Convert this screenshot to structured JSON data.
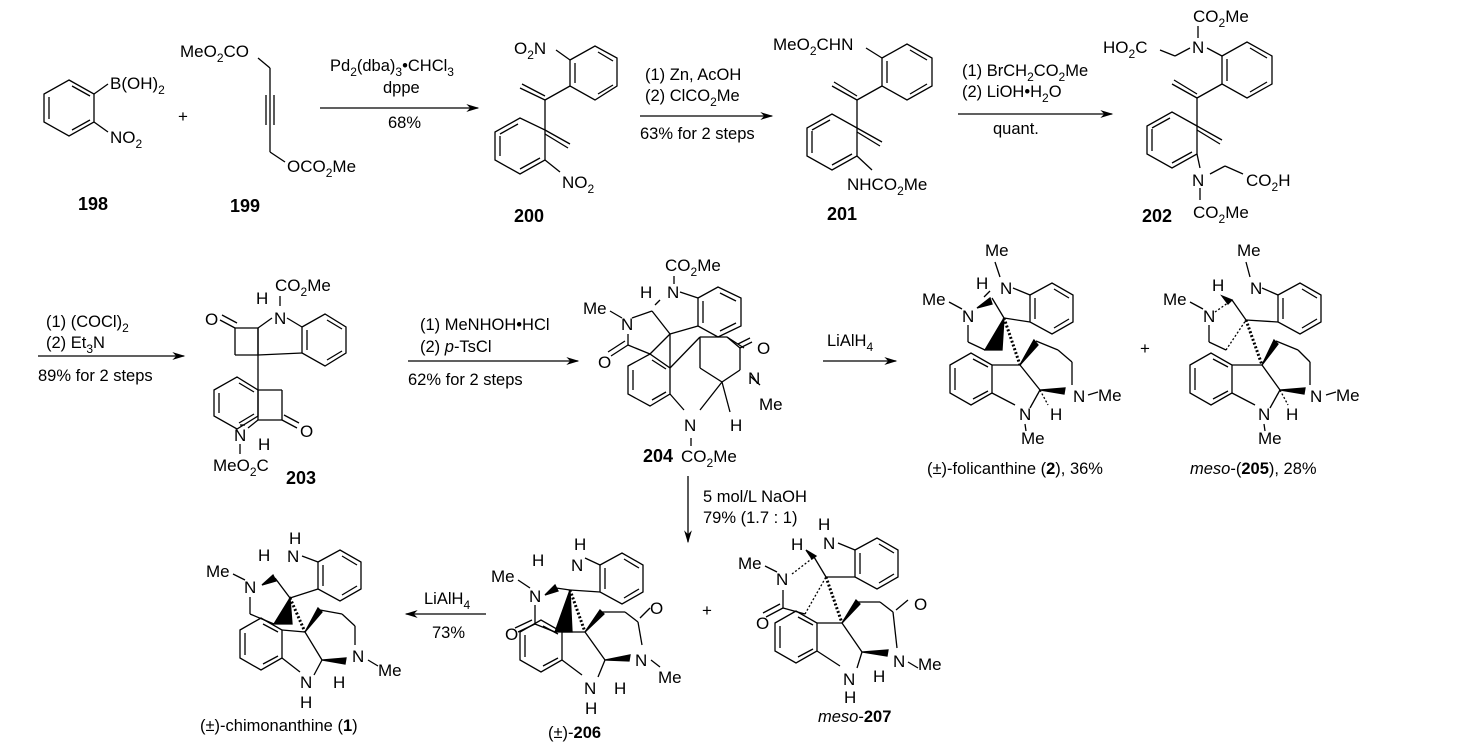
{
  "scheme": {
    "compounds": [
      {
        "id": "198",
        "label": "198",
        "groups": [
          "B(OH)",
          "2",
          "NO",
          "2"
        ]
      },
      {
        "id": "199",
        "label": "199",
        "groups": [
          "MeO",
          "2",
          "CO",
          "OCO",
          "2",
          "Me"
        ]
      },
      {
        "id": "200",
        "label": "200",
        "groups": [
          "O",
          "2",
          "N",
          "NO",
          "2"
        ]
      },
      {
        "id": "201",
        "label": "201",
        "groups": [
          "MeO",
          "2",
          "CHN",
          "NHCO",
          "2",
          "Me"
        ]
      },
      {
        "id": "202",
        "label": "202",
        "groups": [
          "HO",
          "2",
          "C",
          "CO",
          "2",
          "Me",
          "N",
          "CO",
          "2",
          "H",
          "N",
          "CO",
          "2",
          "Me"
        ]
      },
      {
        "id": "203",
        "label": "203",
        "groups": [
          "CO",
          "2",
          "Me",
          "H",
          "N",
          "O",
          "O",
          "N",
          "H",
          "MeO",
          "2",
          "C"
        ]
      },
      {
        "id": "204",
        "label": "204",
        "groups": [
          "CO",
          "2",
          "Me",
          "H",
          "N",
          "Me",
          "N",
          "O",
          "O",
          "N",
          "Me",
          "N",
          "H",
          "CO",
          "2",
          "Me"
        ]
      },
      {
        "id": "2",
        "name_prefix": "(±)-folicanthine (",
        "label": "2",
        "name_suffix": "), 36%",
        "groups": [
          "Me",
          "H",
          "N",
          "Me",
          "N",
          "N",
          "Me",
          "N",
          "H",
          "Me"
        ]
      },
      {
        "id": "205",
        "name_prefix": "meso",
        "name_mid": "-(",
        "label": "205",
        "name_suffix": "), 28%",
        "groups": [
          "Me",
          "H",
          "N",
          "Me",
          "N",
          "N",
          "Me",
          "N",
          "H",
          "Me"
        ]
      },
      {
        "id": "1",
        "name_prefix": "(±)-chimonanthine (",
        "label": "1",
        "name_suffix": ")",
        "groups": [
          "H",
          "H",
          "N",
          "Me",
          "N",
          "N",
          "Me",
          "N",
          "H",
          "H"
        ]
      },
      {
        "id": "206",
        "name_prefix": "(±)-",
        "label": "206",
        "groups": [
          "H",
          "H",
          "N",
          "Me",
          "N",
          "O",
          "O",
          "N",
          "Me",
          "N",
          "H",
          "H"
        ]
      },
      {
        "id": "207",
        "name_prefix": "meso",
        "name_mid": "-",
        "label": "207",
        "groups": [
          "H",
          "H",
          "N",
          "Me",
          "N",
          "O",
          "O",
          "N",
          "Me",
          "N",
          "H",
          "H"
        ]
      }
    ],
    "plus_sign": "+",
    "steps": [
      {
        "from": "198+199",
        "to": "200",
        "above": [
          "Pd",
          "2",
          "(dba)",
          "3",
          "•CHCl",
          "3",
          "dppe"
        ],
        "below": "68%"
      },
      {
        "from": "200",
        "to": "201",
        "above": [
          "(1) Zn, AcOH",
          "(2) ClCO",
          "2",
          "Me"
        ],
        "below": "63% for 2 steps"
      },
      {
        "from": "201",
        "to": "202",
        "above": [
          "(1) BrCH",
          "2",
          "CO",
          "2",
          "Me",
          "(2) LiOH•H",
          "2",
          "O"
        ],
        "below": "quant."
      },
      {
        "from": "202",
        "to": "203",
        "above": [
          "(1) (COCl)",
          "2",
          "(2) Et",
          "3",
          "N"
        ],
        "below": "89% for 2 steps"
      },
      {
        "from": "203",
        "to": "204",
        "above": [
          "(1) MeNHOH•HCl",
          "(2) ",
          "p",
          "-TsCl"
        ],
        "below": "62% for 2 steps"
      },
      {
        "from": "204",
        "to": "2+205",
        "above": [
          "LiAlH",
          "4"
        ],
        "below": ""
      },
      {
        "from": "204",
        "to": "206+207",
        "side": [
          "5 mol/L NaOH",
          "79% (1.7 : 1)"
        ]
      },
      {
        "from": "206",
        "to": "1",
        "above": [
          "LiAlH",
          "4"
        ],
        "below": "73%"
      }
    ]
  }
}
